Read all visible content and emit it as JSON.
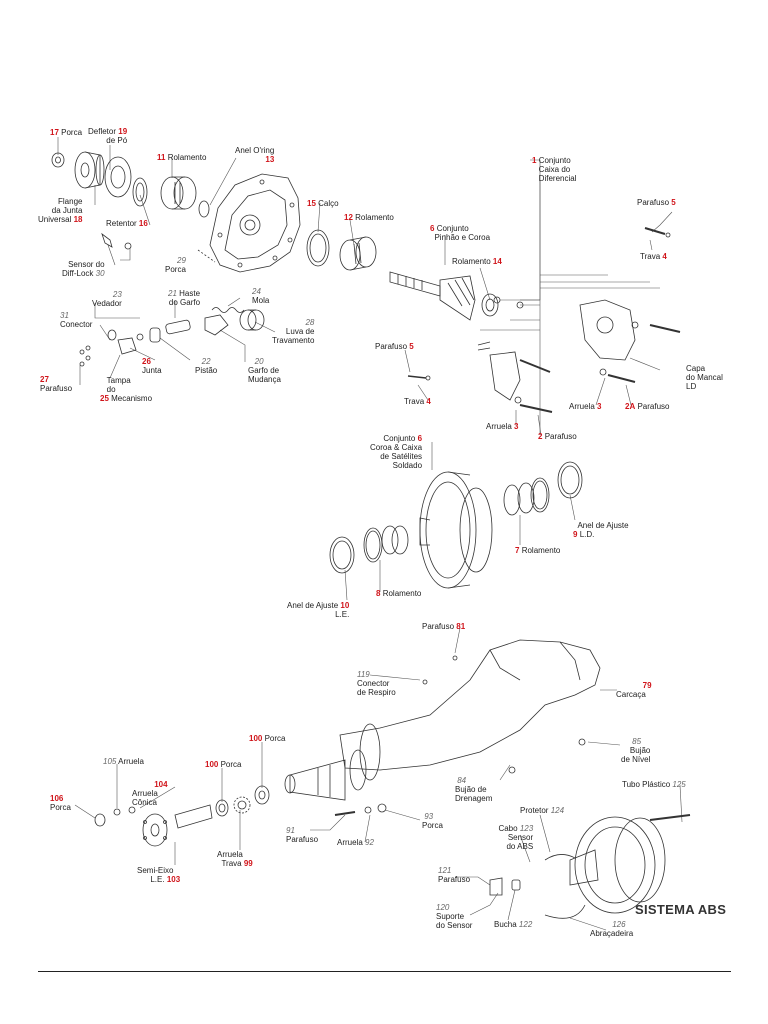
{
  "title": "SISTEMA ABS",
  "parts": [
    {
      "id": "p17",
      "num": "17",
      "text": "Porca"
    },
    {
      "id": "p19",
      "num": "19",
      "text": [
        "Defletor",
        "de Pó"
      ]
    },
    {
      "id": "p11",
      "num": "11",
      "text": "Rolamento"
    },
    {
      "id": "p13",
      "num": "13",
      "text": [
        "Anel O'ring"
      ]
    },
    {
      "id": "p18",
      "num": "18",
      "text": [
        "Flange",
        "da Junta",
        "Universal"
      ]
    },
    {
      "id": "p16",
      "num": "16",
      "text": "Retentor"
    },
    {
      "id": "p30",
      "num": "30",
      "text": [
        "Sensor do",
        "Diff-Lock"
      ]
    },
    {
      "id": "p29",
      "num": "29",
      "text": "Porca"
    },
    {
      "id": "p15",
      "num": "15",
      "text": "Calço"
    },
    {
      "id": "p12",
      "num": "12",
      "text": "Rolamento"
    },
    {
      "id": "p1",
      "num": "1",
      "text": [
        "Conjunto",
        "Caixa do",
        "Diferencial"
      ]
    },
    {
      "id": "p5a",
      "num": "5",
      "text": "Parafuso"
    },
    {
      "id": "p4a",
      "num": "4",
      "text": "Trava"
    },
    {
      "id": "p6a",
      "num": "6",
      "text": [
        "Conjunto",
        "Pinhão e Coroa"
      ]
    },
    {
      "id": "p14",
      "num": "14",
      "text": "Rolamento"
    },
    {
      "id": "p23",
      "num": "23",
      "text": "Vedador"
    },
    {
      "id": "p21",
      "num": "21",
      "text": [
        "Haste",
        "do Garfo"
      ]
    },
    {
      "id": "p24",
      "num": "24",
      "text": "Mola"
    },
    {
      "id": "p31",
      "num": "31",
      "text": "Conector"
    },
    {
      "id": "p28",
      "num": "28",
      "text": [
        "Luva de",
        "Travamento"
      ]
    },
    {
      "id": "p26",
      "num": "26",
      "text": "Junta"
    },
    {
      "id": "p22",
      "num": "22",
      "text": "Pistão"
    },
    {
      "id": "p20",
      "num": "20",
      "text": [
        "Garfo de",
        "Mudança"
      ]
    },
    {
      "id": "p27",
      "num": "27",
      "text": "Parafuso"
    },
    {
      "id": "p25",
      "num": "25",
      "text": [
        "Tampa",
        "do",
        "Mecanismo"
      ]
    },
    {
      "id": "p5b",
      "num": "5",
      "text": "Parafuso"
    },
    {
      "id": "p4b",
      "num": "4",
      "text": "Trava"
    },
    {
      "id": "pCapa",
      "num": "",
      "text": [
        "Capa",
        "do Mancal",
        "LD"
      ]
    },
    {
      "id": "p3a",
      "num": "3",
      "text": "Arruela"
    },
    {
      "id": "p2A",
      "num": "2A",
      "text": "Parafuso"
    },
    {
      "id": "p3b",
      "num": "3",
      "text": "Arruela"
    },
    {
      "id": "p2",
      "num": "2",
      "text": "Parafuso"
    },
    {
      "id": "p6b",
      "num": "6",
      "text": [
        "Conjunto",
        "Coroa & Caixa",
        "de Satélites",
        "Soldado"
      ]
    },
    {
      "id": "p9",
      "num": "9",
      "text": [
        "Anel de Ajuste",
        "L.D."
      ]
    },
    {
      "id": "p7",
      "num": "7",
      "text": "Rolamento"
    },
    {
      "id": "p8",
      "num": "8",
      "text": "Rolamento"
    },
    {
      "id": "p10",
      "num": "10",
      "text": [
        "Anel de Ajuste",
        "L.E."
      ]
    },
    {
      "id": "p81",
      "num": "81",
      "text": "Parafuso"
    },
    {
      "id": "p119",
      "num": "119",
      "text": [
        "Conector",
        "de Respiro"
      ]
    },
    {
      "id": "p79",
      "num": "79",
      "text": "Carcaça"
    },
    {
      "id": "p85",
      "num": "85",
      "text": [
        "Bujão",
        "de Nível"
      ]
    },
    {
      "id": "p100a",
      "num": "100",
      "text": "Porca"
    },
    {
      "id": "p100b",
      "num": "100",
      "text": "Porca"
    },
    {
      "id": "p105",
      "num": "105",
      "text": "Arruela"
    },
    {
      "id": "p104",
      "num": "104",
      "text": [
        "Arruela",
        "Cônica"
      ]
    },
    {
      "id": "p106",
      "num": "106",
      "text": "Porca"
    },
    {
      "id": "p84",
      "num": "84",
      "text": [
        "Bujão de",
        "Drenagem"
      ]
    },
    {
      "id": "p125",
      "num": "125",
      "text": "Tubo Plástico"
    },
    {
      "id": "p124",
      "num": "124",
      "text": "Protetor"
    },
    {
      "id": "p93",
      "num": "93",
      "text": "Porca"
    },
    {
      "id": "p91",
      "num": "91",
      "text": "Parafuso"
    },
    {
      "id": "p92",
      "num": "92",
      "text": "Arruela"
    },
    {
      "id": "p123",
      "num": "123",
      "text": [
        "Cabo",
        "Sensor",
        "do ABS"
      ]
    },
    {
      "id": "p99",
      "num": "99",
      "text": [
        "Arruela",
        "Trava"
      ]
    },
    {
      "id": "p103",
      "num": "103",
      "text": [
        "Semi-Eixo",
        "L.E."
      ]
    },
    {
      "id": "p121",
      "num": "121",
      "text": "Parafuso"
    },
    {
      "id": "p120",
      "num": "120",
      "text": [
        "Suporte",
        "do Sensor"
      ]
    },
    {
      "id": "p122",
      "num": "122",
      "text": "Bucha"
    },
    {
      "id": "p126",
      "num": "126",
      "text": "Abraçadeira"
    }
  ]
}
